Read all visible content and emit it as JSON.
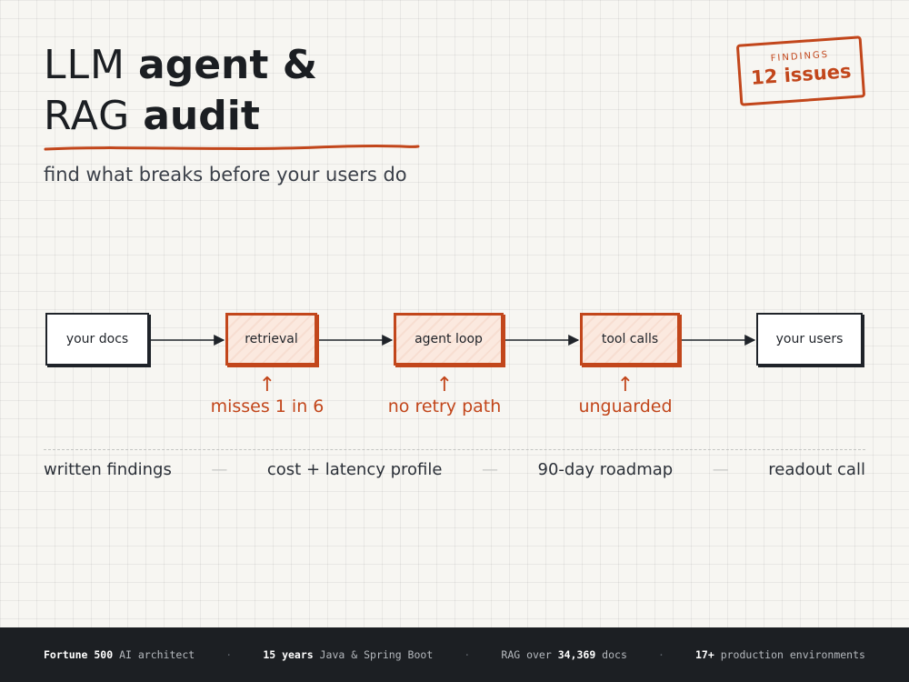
{
  "title": {
    "line1_light": "LLM",
    "line1_bold": "agent &",
    "line2_light": "RAG",
    "line2_bold": "audit"
  },
  "subtitle": "find what breaks before your users do",
  "stamp": {
    "label": "FINDINGS",
    "value": "12 issues"
  },
  "colors": {
    "accent": "#c2461b",
    "ink": "#1f2329",
    "paper": "#f7f6f2",
    "footer_bg": "#1c1f23"
  },
  "flow": {
    "nodes": [
      {
        "label": "your docs",
        "flagged": false
      },
      {
        "label": "retrieval",
        "flagged": true
      },
      {
        "label": "agent loop",
        "flagged": true
      },
      {
        "label": "tool calls",
        "flagged": true
      },
      {
        "label": "your users",
        "flagged": false
      }
    ],
    "notes": [
      {
        "arrow": "↑",
        "text": "misses 1 in 6"
      },
      {
        "arrow": "↑",
        "text": "no retry path"
      },
      {
        "arrow": "↑",
        "text": "unguarded"
      }
    ]
  },
  "deliverables": {
    "items": [
      "written findings",
      "cost + latency profile",
      "90-day roadmap",
      "readout call"
    ],
    "separator": "—"
  },
  "footer": {
    "separator": "·",
    "items": [
      {
        "bold": "Fortune 500",
        "rest": " AI architect"
      },
      {
        "bold": "15 years",
        "rest": " Java & Spring Boot"
      },
      {
        "pre": "RAG over ",
        "bold": "34,369",
        "rest": " docs"
      },
      {
        "bold": "17+",
        "rest": " production environments"
      }
    ]
  }
}
